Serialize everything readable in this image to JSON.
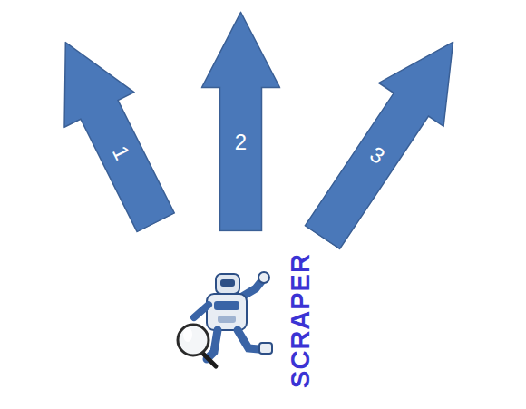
{
  "diagram": {
    "nodes": [
      {
        "text": [
          "1"
        ]
      },
      {
        "text": [
          "2"
        ]
      },
      {
        "text": [
          "3"
        ]
      }
    ],
    "labels": [
      "SCRAPER"
    ]
  }
}
